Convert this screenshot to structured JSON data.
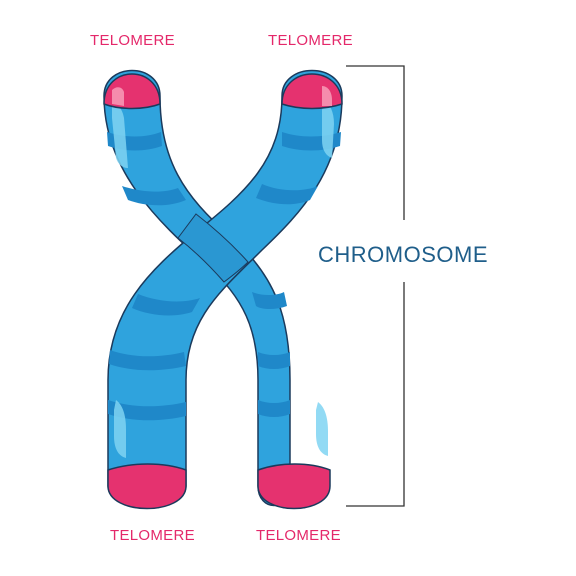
{
  "labels": {
    "telomere_top_left": "TELOMERE",
    "telomere_top_right": "TELOMERE",
    "telomere_bottom_left": "TELOMERE",
    "telomere_bottom_right": "TELOMERE",
    "chromosome": "CHROMOSOME"
  },
  "colors": {
    "telomere": "#E5326F",
    "telomere_highlight": "#F58CAD",
    "chromatid": "#2FA3DD",
    "chromatid_band": "#1F88C9",
    "chromatid_highlight": "#7FD3F2",
    "outline": "#1B3A5C",
    "label_telomere": "#E4286A",
    "label_chromosome": "#1F5E8A",
    "bracket": "#333333"
  }
}
